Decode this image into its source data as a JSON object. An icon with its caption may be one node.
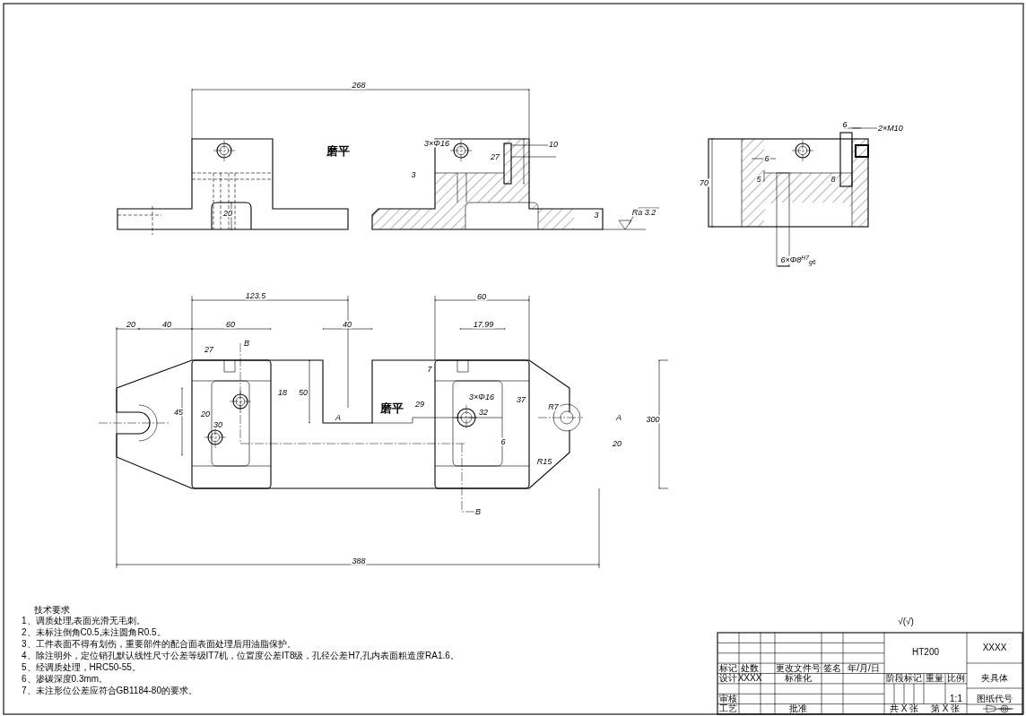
{
  "diagram": {
    "labels": [
      "268",
      "磨平",
      "3×Φ16",
      "10",
      "27",
      "3",
      "20",
      "3",
      "Ra 3.2",
      "6",
      "2×M10",
      "6",
      "5",
      "8",
      "70",
      "6×Φ8$^{H7}$$_{g6}$",
      "123.5",
      "60",
      "20",
      "40",
      "60",
      "40",
      "17.99",
      "27",
      "B",
      "7",
      "18",
      "50",
      "45",
      "20",
      "30",
      "A",
      "磨平",
      "29",
      "3×Φ16",
      "37",
      "32",
      "R7",
      "A",
      "300",
      "6",
      "20",
      "R15",
      "B",
      "388",
      "技术要求",
      "1、调质处理,表面光滑无毛刺。",
      "2、未标注倒角C0.5,未注圆角R0.5。",
      "3、工件表面不得有划伤，重要部件的配合面表面处理后用油脂保护。",
      "4、除注明外，定位销孔默认线性尺寸公差等级IT7机，位置度公差IT8级，孔径公差H7,孔内表面粗造度RA1.6。",
      "5、经调质处理，HRC50-55。",
      "6、渗碳深度0.3mm。",
      "7、未注形位公差应符合GB1184-80的要求。",
      "√(√)",
      "XXXX",
      "HT200",
      "标记",
      "处数",
      "更改文件号",
      "签名",
      "年/月/日",
      "设计",
      "XXXX",
      "标准化",
      "阶段标记",
      "重量",
      "比例",
      "夹具体",
      "审核",
      "1:1",
      "图纸代号",
      "工艺",
      "批准",
      "共 X 张",
      "第 X 张"
    ]
  }
}
